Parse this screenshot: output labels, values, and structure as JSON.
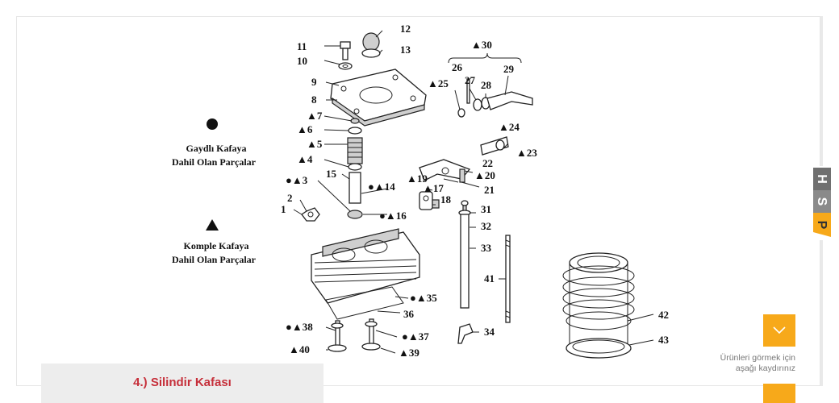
{
  "caption": {
    "title": "4.) Silindir Kafası"
  },
  "scroll_hint": {
    "line1": "Ürünleri görmek için",
    "line2": "aşağı kaydırınız"
  },
  "brand": {
    "letters": [
      "H",
      "S",
      "P"
    ],
    "accent": "#f7a91a"
  },
  "legend": {
    "circle_line1": "Gaydlı Kafaya",
    "circle_line2": "Dahil Olan Parçalar",
    "triangle_line1": "Komple Kafaya",
    "triangle_line2": "Dahil Olan Parçalar"
  },
  "parts": {
    "p1": "1",
    "p2": "2",
    "p3": "●▲3",
    "p4": "▲4",
    "p5": "▲5",
    "p6": "▲6",
    "p7": "▲7",
    "p8": "8",
    "p9": "9",
    "p10": "10",
    "p11": "11",
    "p12": "12",
    "p13": "13",
    "p14": "●▲14",
    "p15": "15",
    "p16": "●▲16",
    "p17": "▲17",
    "p18": "18",
    "p19": "▲19",
    "p20": "▲20",
    "p21": "21",
    "p22": "22",
    "p23": "▲23",
    "p24": "▲24",
    "p25": "▲25",
    "p26": "26",
    "p27": "27",
    "p28": "28",
    "p29": "29",
    "p30": "▲30",
    "p31": "31",
    "p32": "32",
    "p33": "33",
    "p34": "34",
    "p35": "●▲35",
    "p36": "36",
    "p37": "●▲37",
    "p38": "●▲38",
    "p39": "▲39",
    "p40": "▲40",
    "p41": "41",
    "p42": "42",
    "p43": "43"
  },
  "colors": {
    "caption_text": "#c62f3a",
    "caption_bg": "#ededed",
    "button_bg": "#f7a91a"
  },
  "icons": {
    "scroll_button": "chevron-down-icon"
  }
}
